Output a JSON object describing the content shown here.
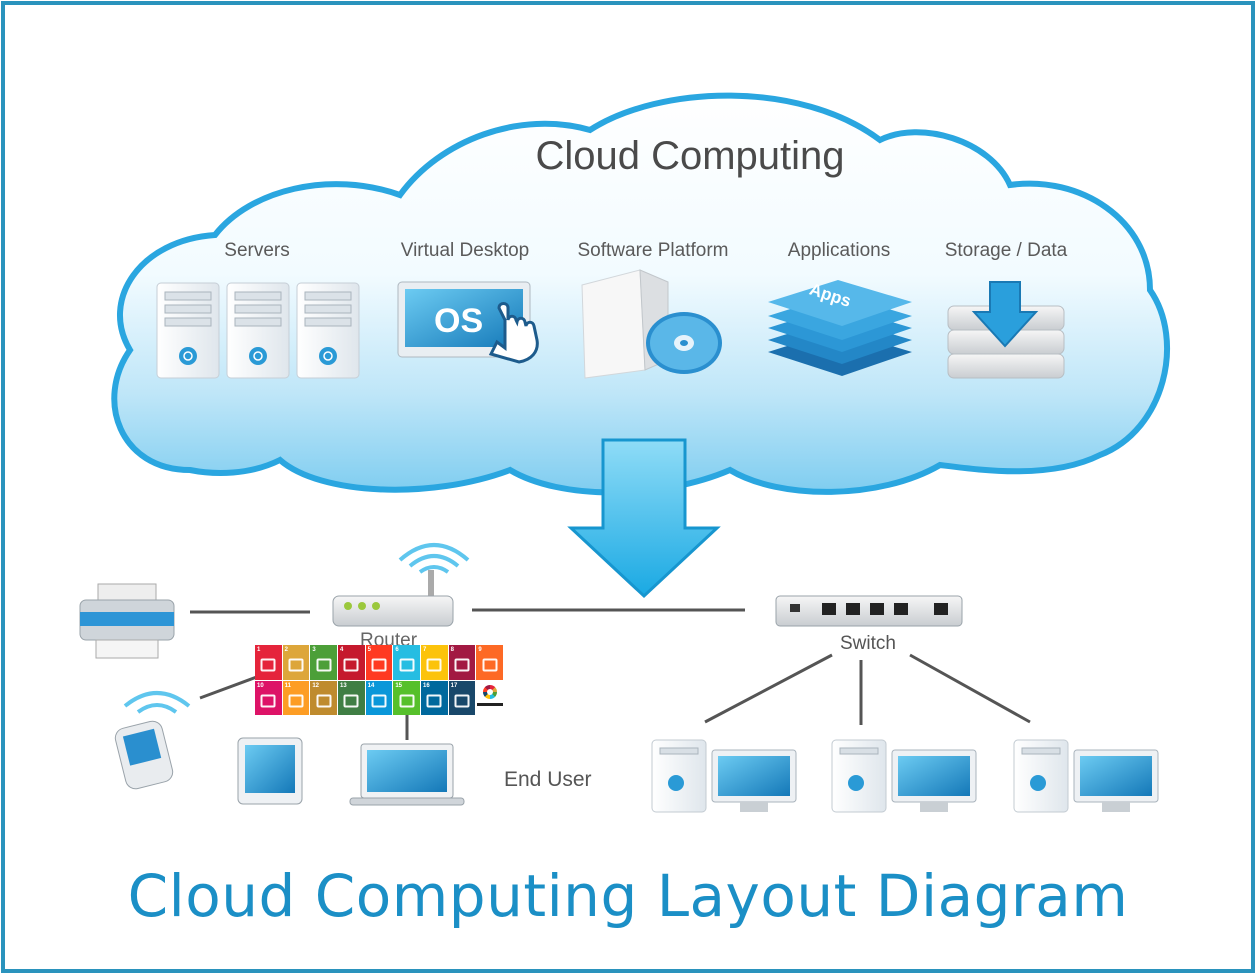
{
  "cloud": {
    "title": "Cloud Computing",
    "categories": [
      {
        "label": "Servers"
      },
      {
        "label": "Virtual Desktop"
      },
      {
        "label": "Software Platform"
      },
      {
        "label": "Applications"
      },
      {
        "label": "Storage / Data"
      }
    ],
    "virtual_desktop_screen_text": "OS",
    "applications_stack_text": "Apps"
  },
  "network": {
    "router_label": "Router",
    "switch_label": "Switch",
    "end_user_label": "End User"
  },
  "sdg_overlay": {
    "tiles": [
      {
        "num": "1",
        "color": "#e5243b"
      },
      {
        "num": "2",
        "color": "#dda63a"
      },
      {
        "num": "3",
        "color": "#4c9f38"
      },
      {
        "num": "4",
        "color": "#c5192d"
      },
      {
        "num": "5",
        "color": "#ff3a21"
      },
      {
        "num": "6",
        "color": "#26bde2"
      },
      {
        "num": "7",
        "color": "#fcc30b"
      },
      {
        "num": "8",
        "color": "#a21942"
      },
      {
        "num": "9",
        "color": "#fd6925"
      },
      {
        "num": "10",
        "color": "#dd1367"
      },
      {
        "num": "11",
        "color": "#fd9d24"
      },
      {
        "num": "12",
        "color": "#bf8b2e"
      },
      {
        "num": "13",
        "color": "#3f7e44"
      },
      {
        "num": "14",
        "color": "#0a97d9"
      },
      {
        "num": "15",
        "color": "#56c02b"
      },
      {
        "num": "16",
        "color": "#00689d"
      },
      {
        "num": "17",
        "color": "#19486a"
      }
    ]
  },
  "footer": {
    "title": "Cloud Computing Layout Diagram"
  },
  "colors": {
    "border": "#2a93bd",
    "title_blue": "#1b8fc6",
    "cloud_blue": "#39aee2",
    "arrow_blue": "#29b6ea"
  }
}
